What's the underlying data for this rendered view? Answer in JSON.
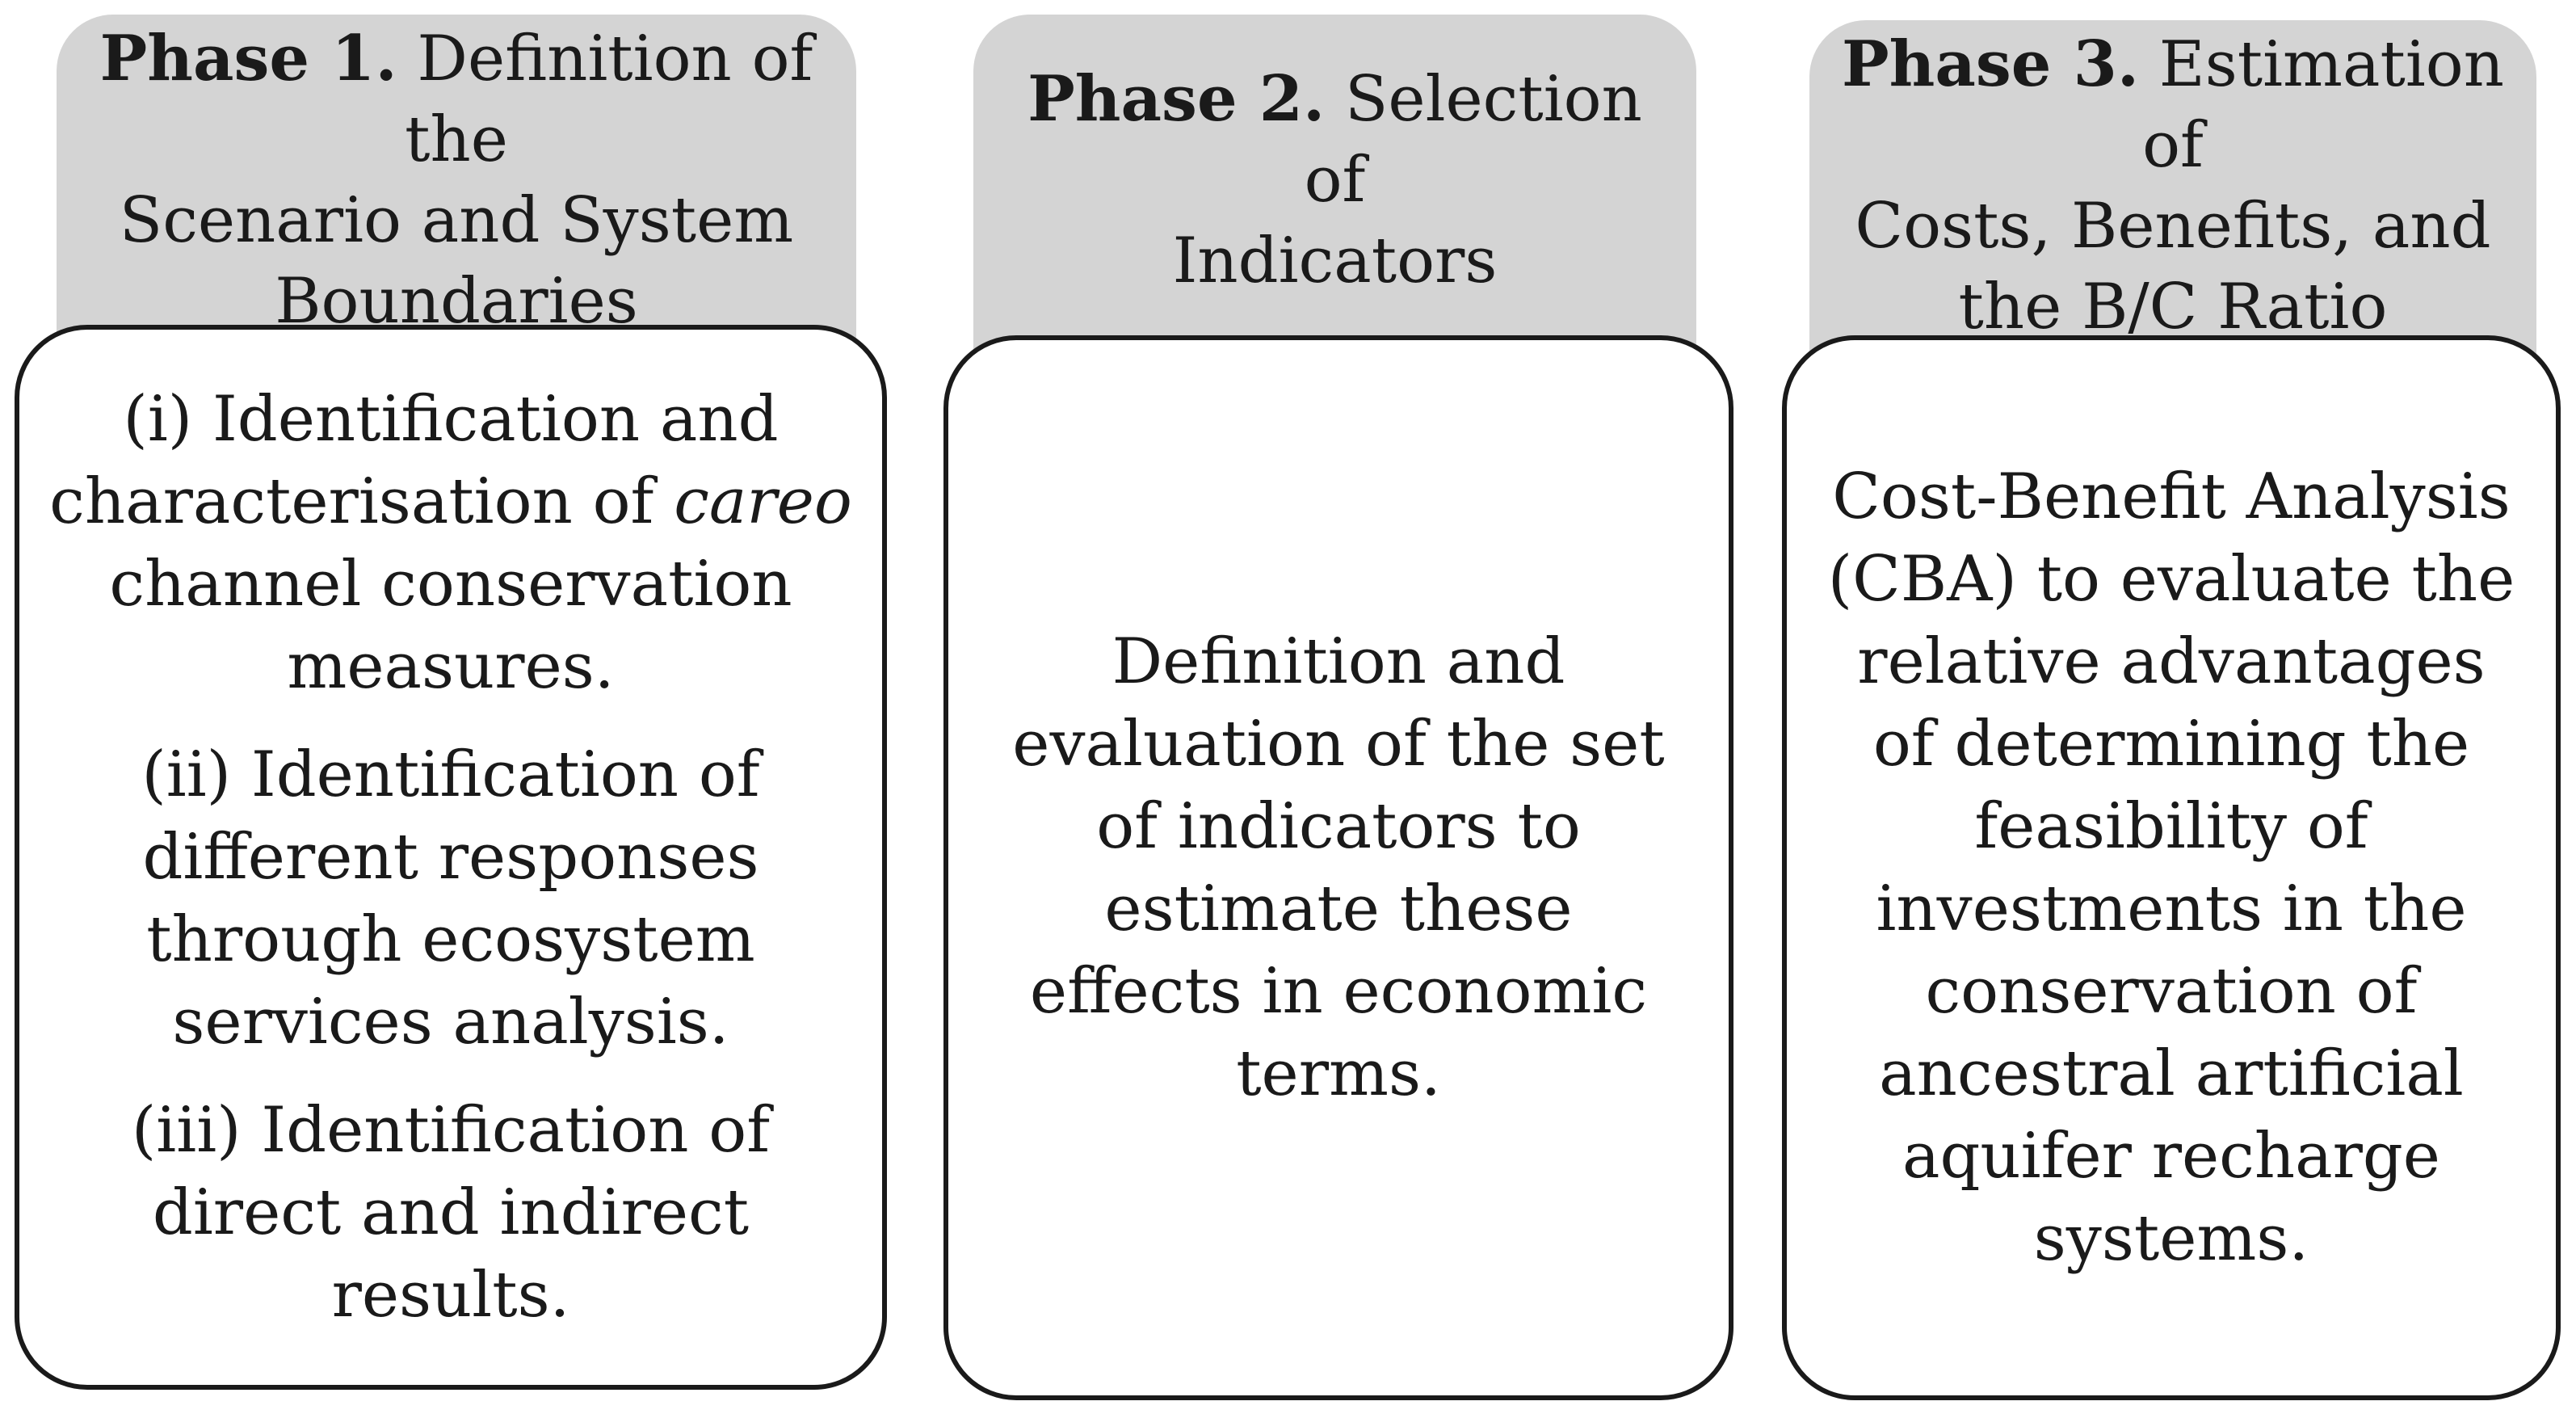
{
  "phases": [
    {
      "label": "Phase 1.",
      "title_lines": [
        "Definition of the",
        "Scenario and System",
        "Boundaries"
      ],
      "items": [
        {
          "prefix": "(i) Identification and characterisation of ",
          "emph": "careo",
          "suffix": " channel conservation measures."
        },
        {
          "prefix": "(ii) Identification of different responses through ecosystem services analysis.",
          "emph": "",
          "suffix": ""
        },
        {
          "prefix": "(iii) Identification of direct and indirect results.",
          "emph": "",
          "suffix": ""
        }
      ]
    },
    {
      "label": "Phase 2.",
      "title_lines": [
        "Selection of",
        "Indicators"
      ],
      "items": [
        {
          "prefix": "Definition and evaluation of the set of indicators to estimate these effects in economic terms.",
          "emph": "",
          "suffix": ""
        }
      ]
    },
    {
      "label": "Phase 3.",
      "title_lines": [
        "Estimation of",
        "Costs, Benefits, and",
        "the B/C Ratio"
      ],
      "items": [
        {
          "prefix": "Cost-Benefit Analysis (CBA) to evaluate the relative advantages of determining the feasibility of investments in the conservation of ancestral artificial aquifer recharge systems.",
          "emph": "",
          "suffix": ""
        }
      ]
    }
  ]
}
